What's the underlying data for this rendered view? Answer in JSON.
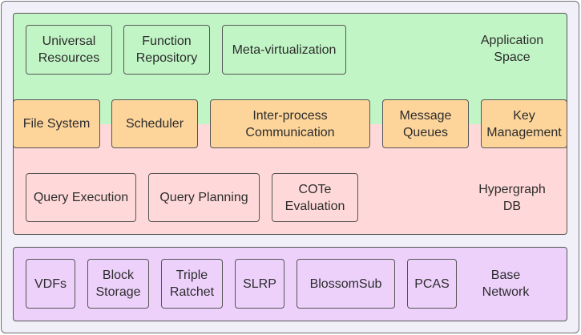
{
  "application_space": {
    "label": "Application\nSpace",
    "boxes": [
      "Universal\nResources",
      "Function\nRepository",
      "Meta-virtualization"
    ]
  },
  "os_layer": {
    "boxes": [
      "File System",
      "Scheduler",
      "Inter-process\nCommunication",
      "Message\nQueues",
      "Key\nManagement"
    ]
  },
  "hypergraph_db": {
    "label": "Hypergraph\nDB",
    "boxes": [
      "Query Execution",
      "Query Planning",
      "COTe\nEvaluation"
    ]
  },
  "base_network": {
    "label": "Base\nNetwork",
    "boxes": [
      "VDFs",
      "Block\nStorage",
      "Triple\nRatchet",
      "SLRP",
      "BlossomSub",
      "PCAS"
    ]
  },
  "colors": {
    "application_space": "#c2f5c6",
    "hypergraph_db": "#ffd9d9",
    "base_network": "#edd1fb",
    "os_layer_box": "#fdd59b"
  }
}
